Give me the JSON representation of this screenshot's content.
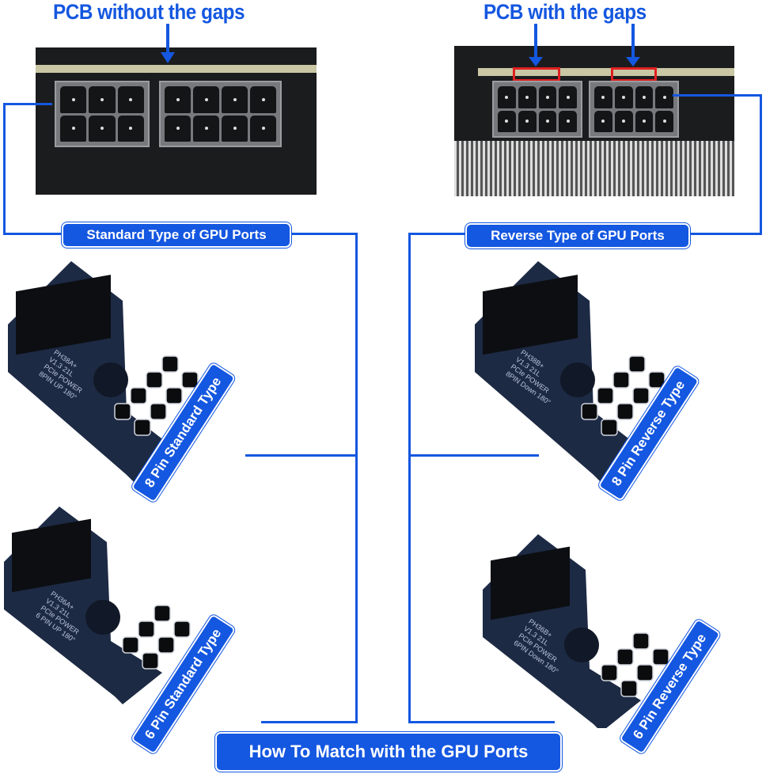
{
  "titles": {
    "left": "PCB without the gaps",
    "right": "PCB with the gaps"
  },
  "labels": {
    "standard": "Standard Type of GPU Ports",
    "reverse": "Reverse Type of GPU Ports",
    "bottom": "How To Match with the GPU Ports"
  },
  "products": [
    {
      "label": "8 Pin Standard Type",
      "print": [
        "PH38A+",
        "V1.3 21L",
        "PCIe POWER",
        "8PIN UP 180°"
      ]
    },
    {
      "label": "8 Pin Reverse Type",
      "print": [
        "PH38B+",
        "V1.3 21L",
        "PCIe POWER",
        "8PIN Down 180°"
      ]
    },
    {
      "label": "6 Pin Standard Type",
      "print": [
        "PH36A+",
        "V1.3 21L",
        "PCIe POWER",
        "6 PIN UP 180°"
      ]
    },
    {
      "label": "6 Pin Reverse Type",
      "print": [
        "PH36B+",
        "V1.3 21L",
        "PCIe POWER",
        "6PIN Down 180°"
      ]
    }
  ],
  "colors": {
    "accent": "#1457e0",
    "highlight": "#e02020"
  }
}
